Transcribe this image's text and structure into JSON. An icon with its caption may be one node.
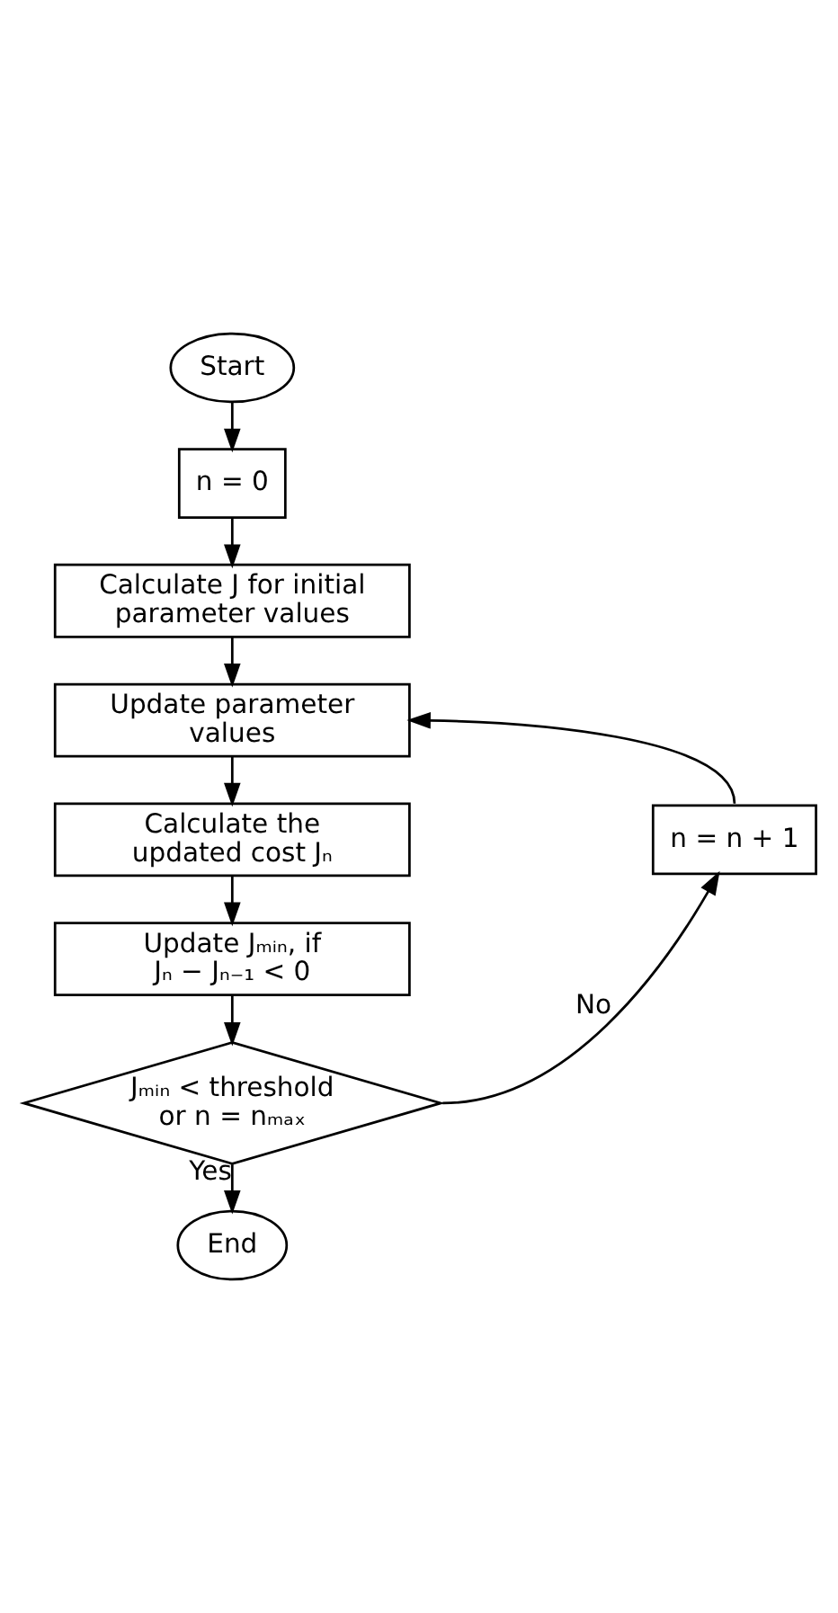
{
  "diagram": {
    "nodes": [
      {
        "text": [
          "Start"
        ]
      },
      {
        "text": [
          "n = 0"
        ]
      },
      {
        "text": [
          "Calculate J for initial parameter values"
        ]
      },
      {
        "text": [
          "Update parameter values"
        ]
      },
      {
        "text": [
          "Calculate the updated cost Jₙ"
        ]
      },
      {
        "text": [
          "Update Jₘᵢₙ, if Jₙ − Jₙ₋₁ < 0"
        ]
      },
      {
        "text": [
          "Jₘᵢₙ < threshold or n = nₘₐₓ"
        ]
      },
      {
        "text": [
          "End"
        ]
      },
      {
        "text": [
          "n = n + 1"
        ]
      }
    ],
    "edges": [
      {
        "from": 0,
        "to": 1,
        "arrow": "to"
      },
      {
        "from": 1,
        "to": 2,
        "arrow": "to"
      },
      {
        "from": 2,
        "to": 3,
        "arrow": "to"
      },
      {
        "from": 3,
        "to": 4,
        "arrow": "to"
      },
      {
        "from": 4,
        "to": 5,
        "arrow": "to"
      },
      {
        "from": 5,
        "to": 6,
        "arrow": "to"
      },
      {
        "from": 6,
        "to": 7,
        "arrow": "to",
        "label": "Yes"
      },
      {
        "from": 6,
        "to": 8,
        "arrow": "to",
        "label": "No"
      },
      {
        "from": 8,
        "to": 3,
        "arrow": "to"
      }
    ]
  }
}
